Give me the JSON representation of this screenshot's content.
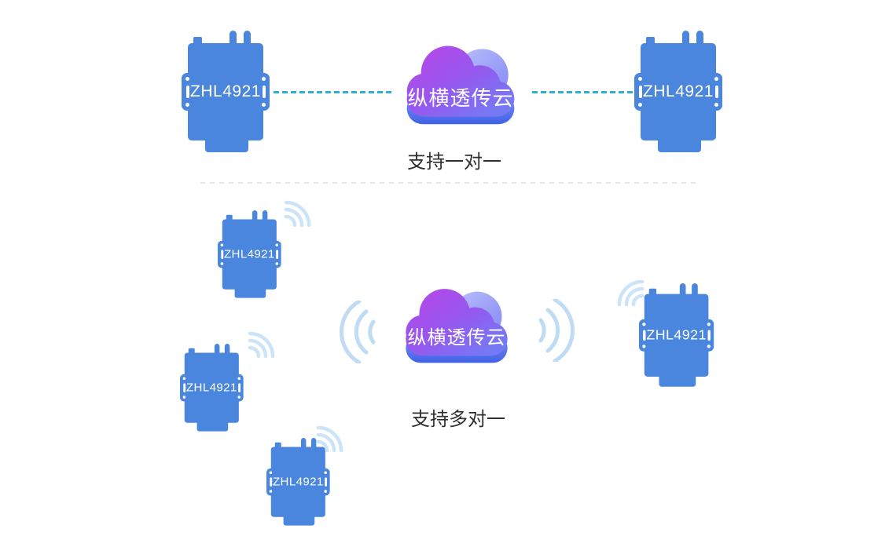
{
  "colors": {
    "device_blue": "#4a86dd",
    "dash_cyan": "#29b2d4",
    "wifi_light_blue": "#cbe4f7",
    "wave_light_blue": "#bfdcf4",
    "divider_gray": "#e7e7e7",
    "caption_dark": "#2e2e2e",
    "cloud_purple_top": "#b04ae9",
    "cloud_purple_bottom": "#7679f4",
    "cloud_bump_lavender": "#aab3fa",
    "cloud_base_blue": "#3f62e6",
    "label_white": "#ffffff"
  },
  "sections": {
    "one_to_one": {
      "caption": "支持一对一",
      "cloud_label": "纵横透传云",
      "devices": [
        {
          "label": "ZHL4921"
        },
        {
          "label": "ZHL4921"
        }
      ]
    },
    "many_to_one": {
      "caption": "支持多对一",
      "cloud_label": "纵横透传云",
      "devices": [
        {
          "label": "ZHL4921"
        },
        {
          "label": "ZHL4921"
        },
        {
          "label": "ZHL4921"
        },
        {
          "label": "ZHL4921"
        }
      ]
    }
  }
}
